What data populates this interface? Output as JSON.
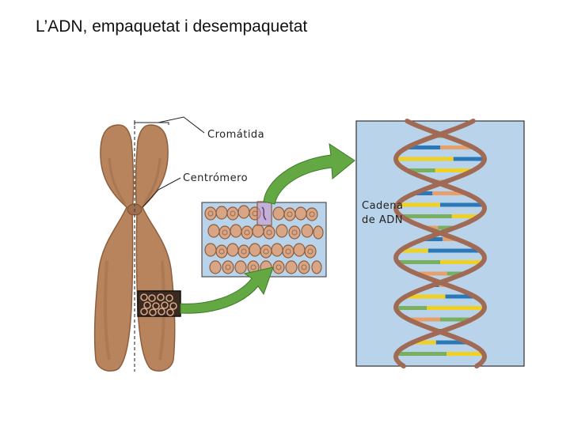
{
  "slide": {
    "title": "L’ADN, empaquetat i desempaquetat"
  },
  "diagram": {
    "labels": {
      "chromatid": "Cromátida",
      "centromere": "Centrómero",
      "dna_strand_line1": "Cadena",
      "dna_strand_line2": "de ADN"
    },
    "colors": {
      "chromosome": "#b8845e",
      "chromosome_dark": "#8d5e3c",
      "chromatin": "#d8a586",
      "dna_panel": "#b8d3ea",
      "backbone": "#a06a55",
      "arrow": "#64a843",
      "base_orange": "#e8a06a",
      "base_green": "#78b060",
      "base_yellow": "#f0d020",
      "base_blue": "#2a78b8"
    }
  }
}
